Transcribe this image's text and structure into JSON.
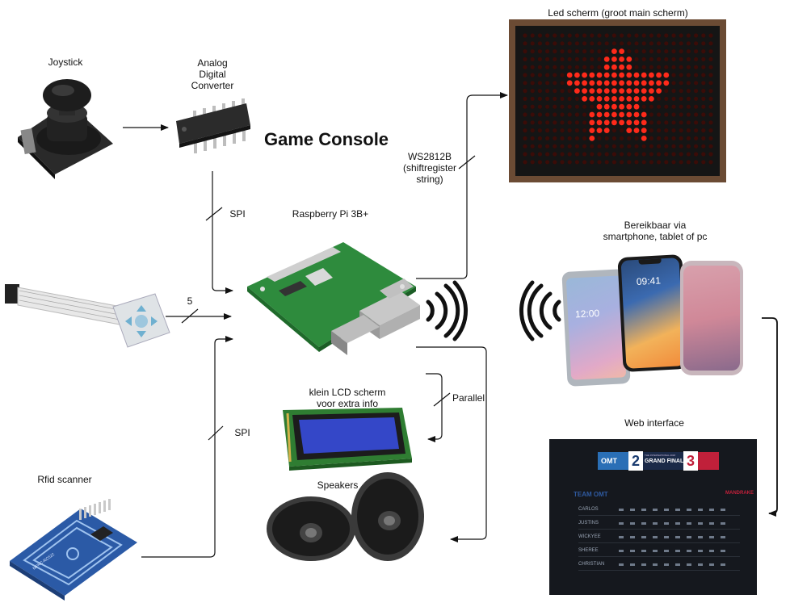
{
  "diagram": {
    "title": "Game Console",
    "labels": {
      "joystick": "Joystick",
      "adc": [
        "Analog",
        "Digital",
        "Converter"
      ],
      "raspberry": "Raspberry Pi 3B+",
      "led_screen": "Led scherm (groot main scherm)",
      "ws2812b": [
        "WS2812B",
        "(shiftregister",
        "string)"
      ],
      "spi_top": "SPI",
      "spi_bottom": "SPI",
      "bus_width": "5",
      "reachable": [
        "Bereikbaar via",
        "smartphone, tablet of pc"
      ],
      "lcd": [
        "klein LCD scherm",
        "voor extra info"
      ],
      "parallel": "Parallel",
      "web": "Web interface",
      "rfid": "Rfid scanner",
      "speakers": "Speakers"
    },
    "chip_text": "MFRC-RC522",
    "phone_times": [
      "12:00",
      "09:41"
    ],
    "scoreboard": {
      "team_left": "OMT",
      "score_left": "2",
      "center_line1": "THE INTERNATIONAL 2018",
      "center_line2": "GRAND FINAL",
      "score_right": "3",
      "team_heading": "TEAM OMT",
      "right_heading": "MANDRAKE",
      "players": [
        "CARLOS",
        "JUSTINS",
        "WICKYEE",
        "SHEREE",
        "CHRISTIAN"
      ]
    }
  }
}
